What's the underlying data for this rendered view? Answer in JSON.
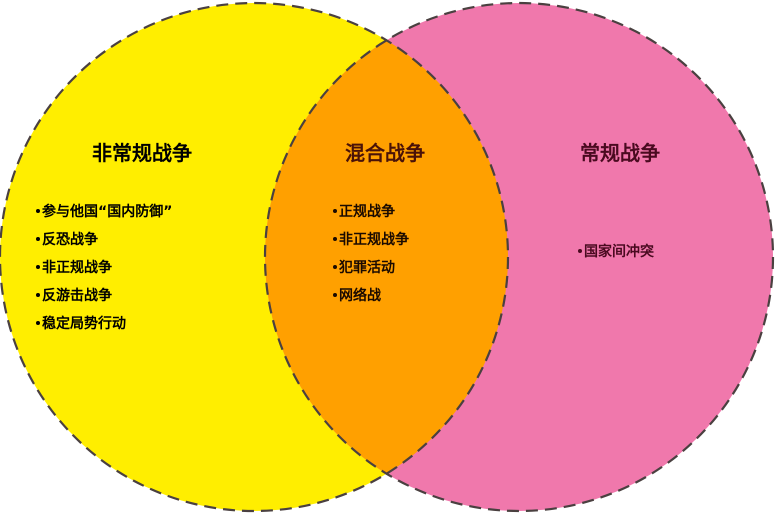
{
  "diagram": {
    "type": "venn",
    "colors": {
      "left_fill": "#ffee00",
      "right_fill": "#f078ac",
      "overlap_fill": "#ffa000",
      "outline": "#4a4040",
      "left_text": "#000000",
      "overlap_text": "#4a1208",
      "right_text": "#4a0a20"
    },
    "left_set": {
      "title": "非常规战争",
      "items": [
        "参与他国“国内防御”",
        "反恐战争",
        "非正规战争",
        "反游击战争",
        "稳定局势行动"
      ]
    },
    "overlap": {
      "title": "混合战争",
      "items": [
        "正规战争",
        "非正规战争",
        "犯罪活动",
        "网络战"
      ]
    },
    "right_set": {
      "title": "常规战争",
      "items": [
        "国家间冲突"
      ]
    }
  }
}
